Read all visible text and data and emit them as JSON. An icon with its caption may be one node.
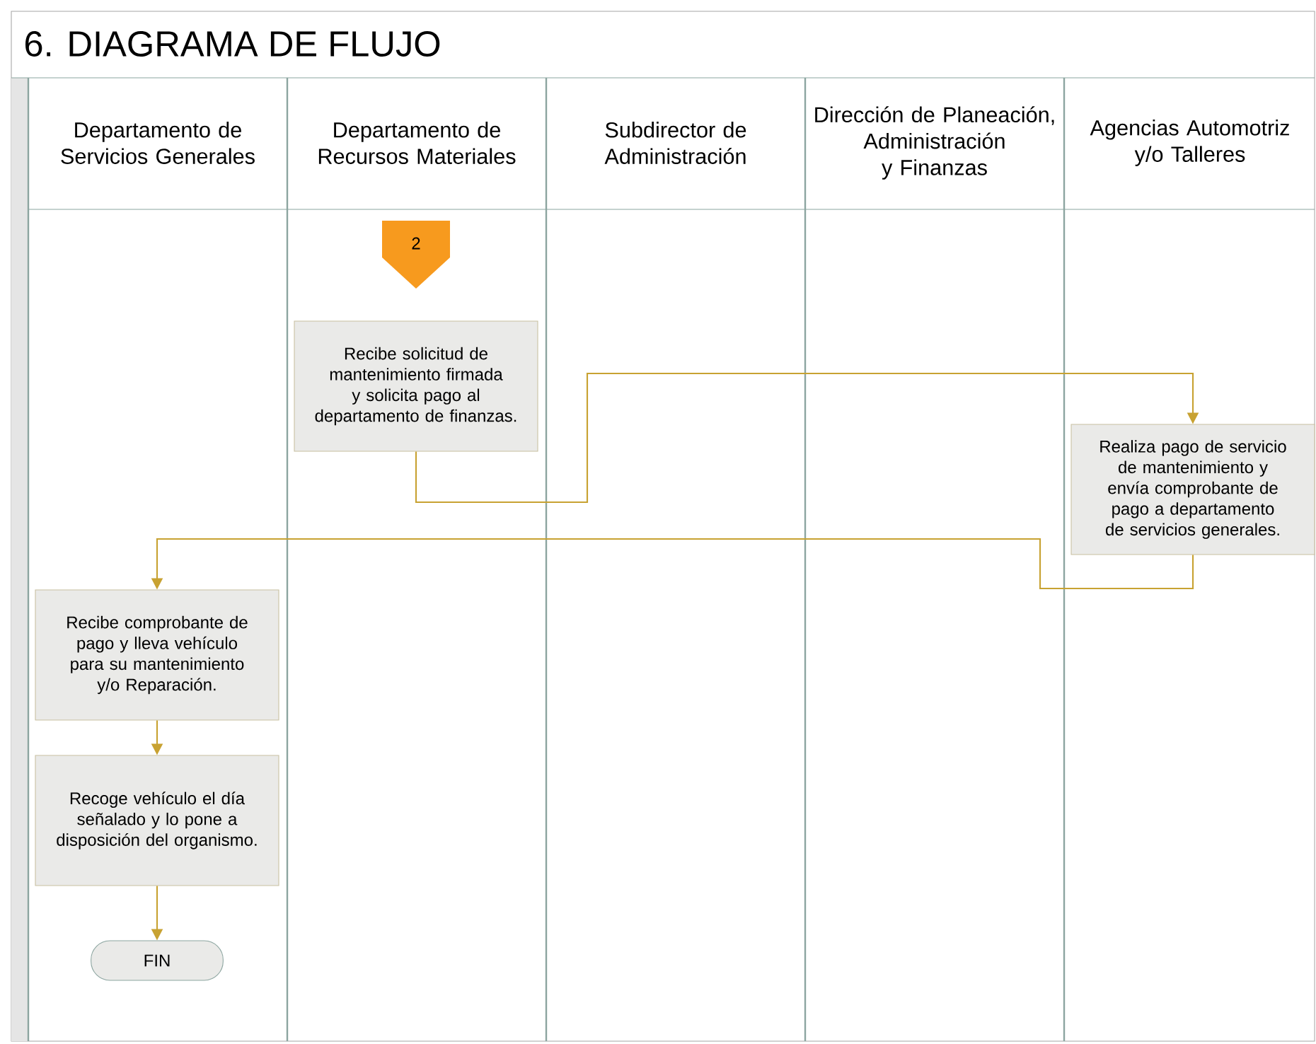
{
  "diagram": {
    "title": "6. DIAGRAMA DE FLUJO",
    "nodes": [
      {
        "text": [
          "Departamento de Servicios Generales"
        ]
      },
      {
        "text": [
          "Departamento de Recursos Materiales"
        ]
      },
      {
        "text": [
          "Subdirector de Administración"
        ]
      },
      {
        "text": [
          "Dirección de Planeación, Administración y Finanzas"
        ]
      },
      {
        "text": [
          "Agencias Automotriz y/o Talleres"
        ]
      },
      {
        "text": [
          "2"
        ]
      },
      {
        "text": [
          "Recibe solicitud de mantenimiento firmada y solicita pago al departamento de finanzas."
        ]
      },
      {
        "text": [
          "Realiza pago de servicio de mantenimiento y envía comprobante de pago a departamento de servicios generales."
        ]
      },
      {
        "text": [
          "Recibe comprobante de pago y lleva vehículo para su mantenimiento y/o Reparación."
        ]
      },
      {
        "text": [
          "Recoge vehículo el día señalado y lo pone a disposición del organismo."
        ]
      },
      {
        "text": [
          "FIN"
        ]
      }
    ],
    "edges": [
      {
        "from": 6,
        "to": 7,
        "arrow": "to"
      },
      {
        "from": 7,
        "to": 8,
        "arrow": "to"
      },
      {
        "from": 8,
        "to": 9,
        "arrow": "to"
      },
      {
        "from": 9,
        "to": 10,
        "arrow": "to"
      }
    ]
  }
}
